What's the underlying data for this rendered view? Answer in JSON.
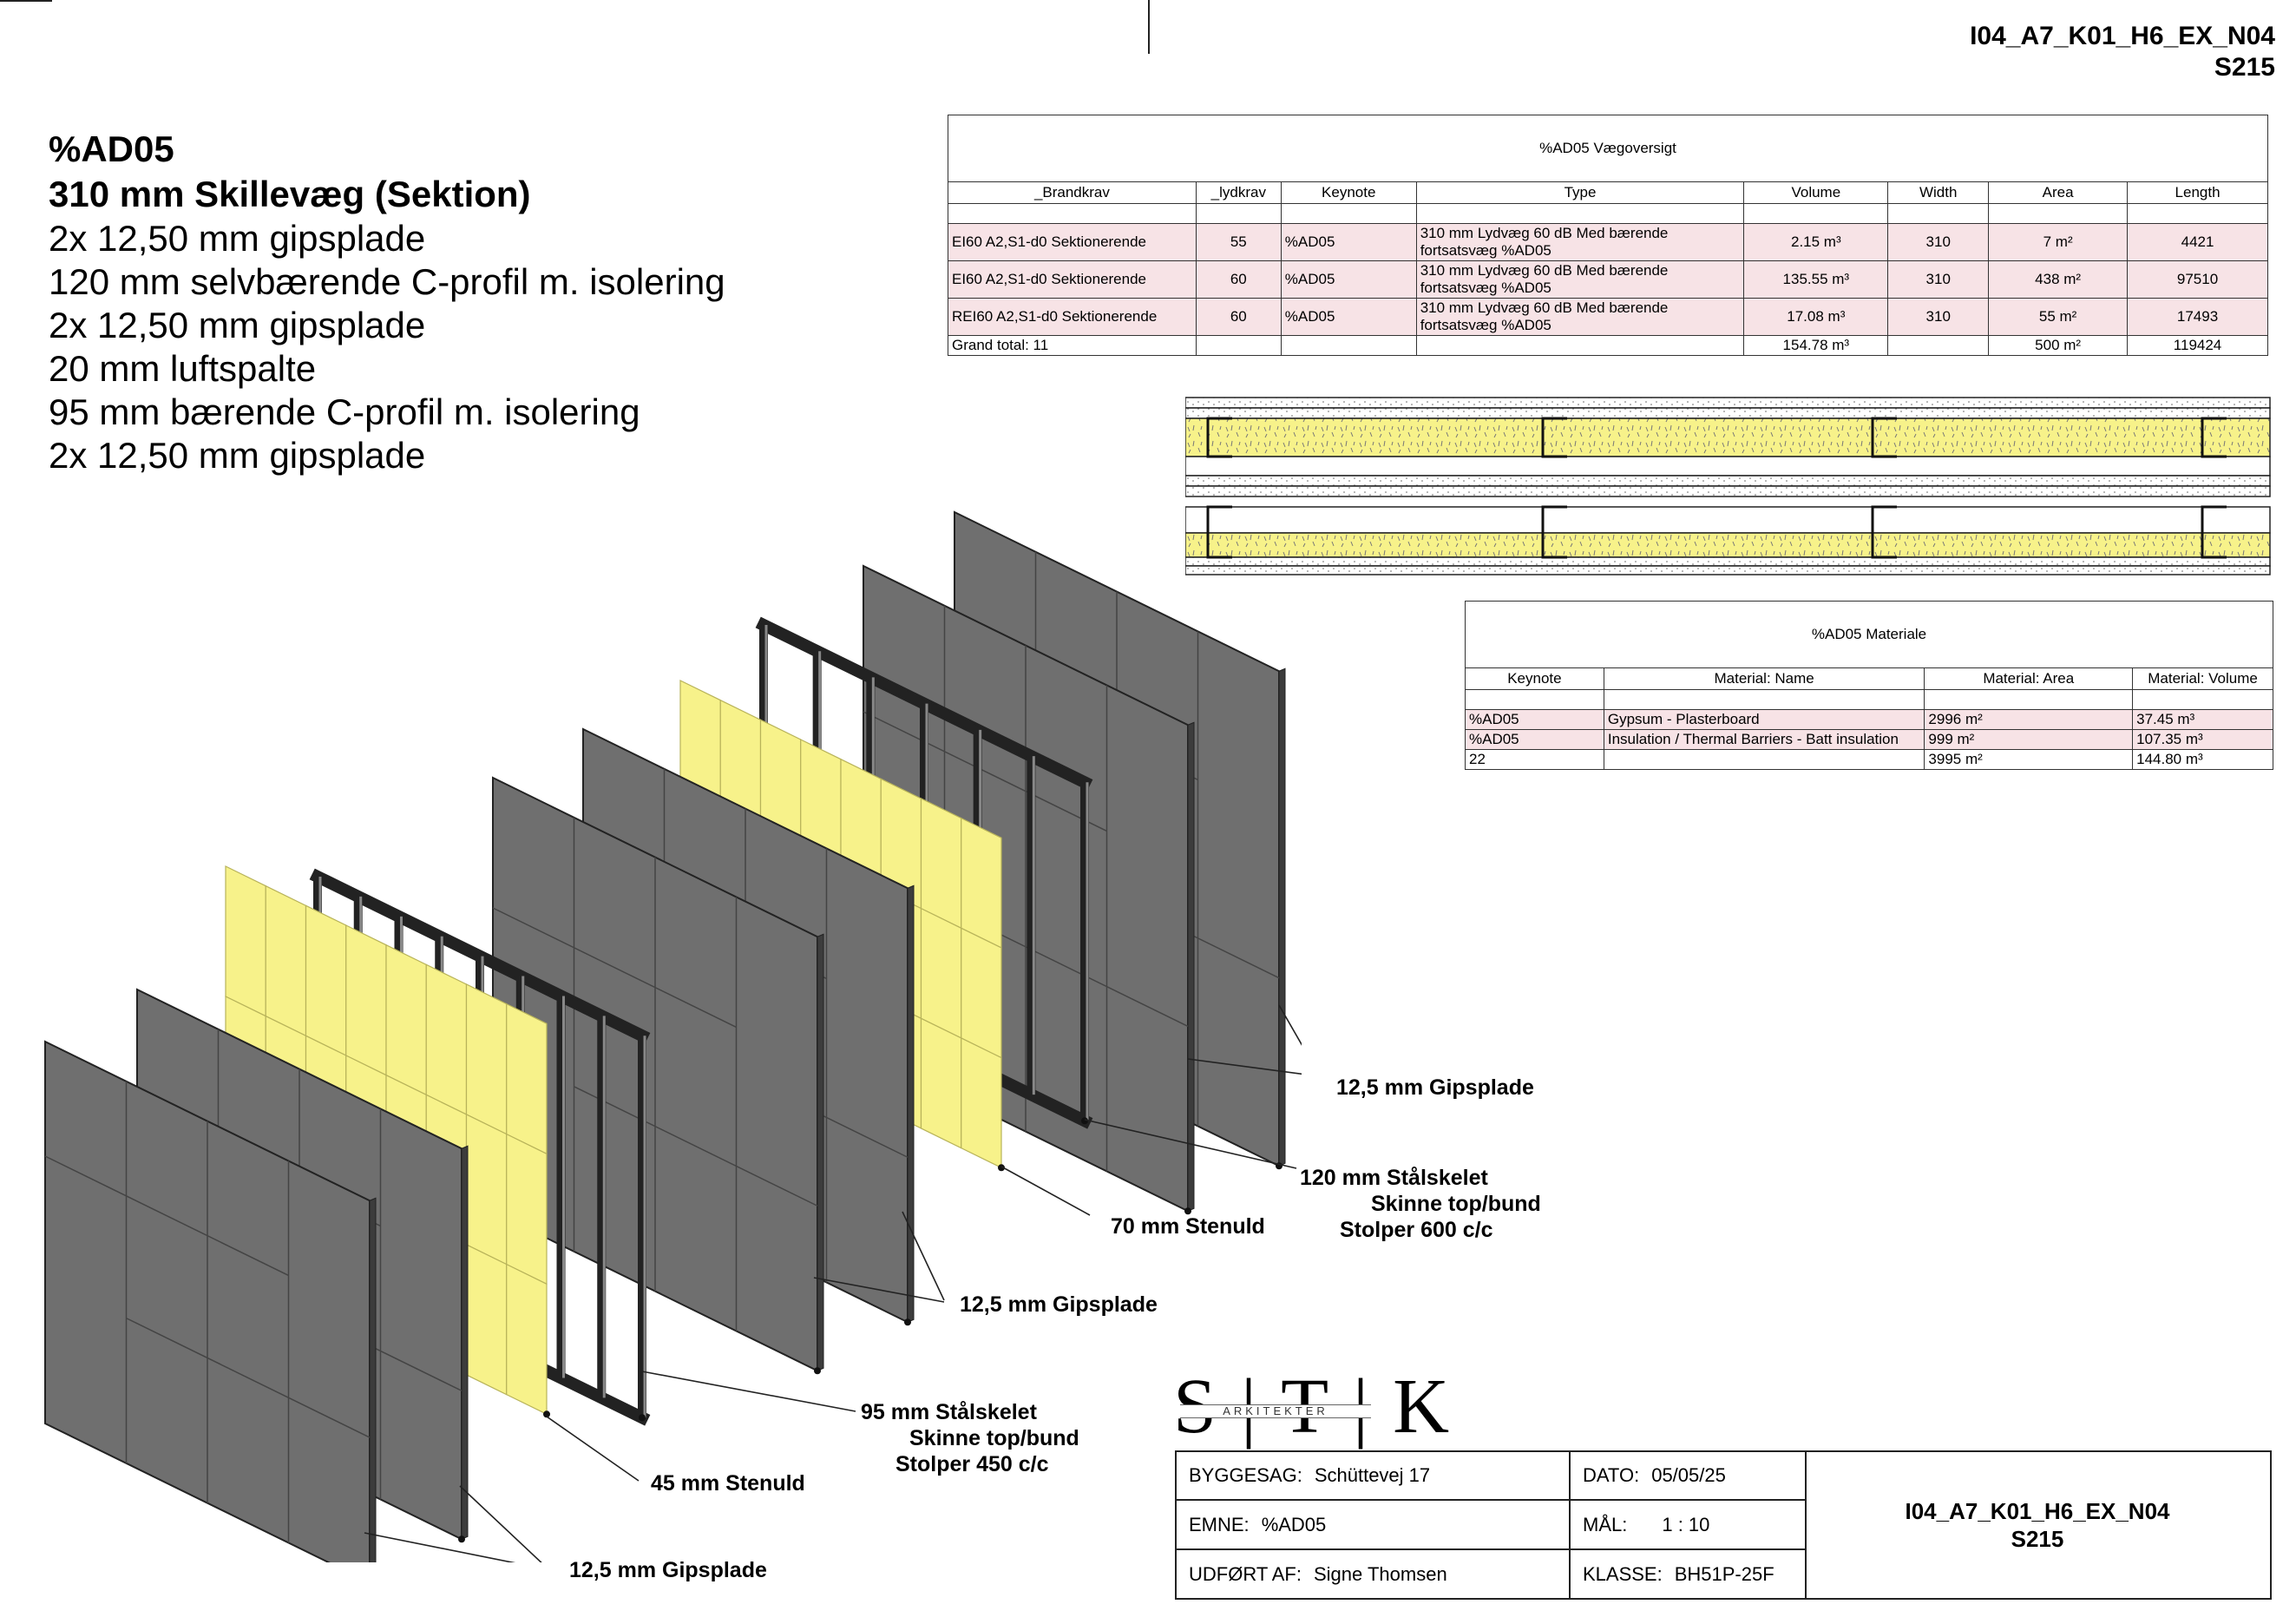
{
  "sheet": {
    "code": "I04_A7_K01_H6_EX_N04",
    "number": "S215"
  },
  "title": {
    "code": "%AD05",
    "name": "310 mm Skillevæg (Sektion)",
    "layers": [
      "2x 12,50 mm gipsplade",
      "120 mm selvbærende C-profil m. isolering",
      "2x 12,50 mm gipsplade",
      "20 mm luftspalte",
      "95 mm bærende C-profil m. isolering",
      "2x 12,50 mm gipsplade"
    ]
  },
  "wall_schedule": {
    "caption": "%AD05 Vægoversigt",
    "headers": [
      "_Brandkrav",
      "_lydkrav",
      "Keynote",
      "Type",
      "Volume",
      "Width",
      "Area",
      "Length"
    ],
    "rows": [
      [
        "EI60 A2,S1-d0 Sektionerende",
        "55",
        "%AD05",
        "310 mm Lydvæg 60 dB Med bærende fortsatsvæg %AD05",
        "2.15 m³",
        "310",
        "7 m²",
        "4421"
      ],
      [
        "EI60 A2,S1-d0 Sektionerende",
        "60",
        "%AD05",
        "310 mm Lydvæg 60 dB Med bærende fortsatsvæg %AD05",
        "135.55 m³",
        "310",
        "438 m²",
        "97510"
      ],
      [
        "REI60 A2,S1-d0 Sektionerende",
        "60",
        "%AD05",
        "310 mm Lydvæg 60 dB Med bærende fortsatsvæg %AD05",
        "17.08 m³",
        "310",
        "55 m²",
        "17493"
      ]
    ],
    "total": {
      "label": "Grand total: 11",
      "volume": "154.78 m³",
      "area": "500 m²",
      "length": "119424"
    }
  },
  "material_schedule": {
    "caption": "%AD05 Materiale",
    "headers": [
      "Keynote",
      "Material: Name",
      "Material: Area",
      "Material: Volume"
    ],
    "rows": [
      [
        "%AD05",
        "Gypsum - Plasterboard",
        "2996 m²",
        "37.45 m³"
      ],
      [
        "%AD05",
        "Insulation / Thermal Barriers - Batt insulation",
        "999 m²",
        "107.35 m³"
      ]
    ],
    "total": [
      "22",
      "",
      "3995 m²",
      "144.80 m³"
    ]
  },
  "labels": {
    "gips_back": "12,5 mm Gipsplade",
    "steel_120": [
      "120 mm Stålskelet",
      "Skinne top/bund",
      "Stolper 600 c/c"
    ],
    "stenuld_70": "70 mm Stenuld",
    "gips_mid": "12,5 mm Gipsplade",
    "steel_95": [
      "95 mm Stålskelet",
      "Skinne top/bund",
      "Stolper 450 c/c"
    ],
    "stenuld_45": "45 mm Stenuld",
    "gips_front": "12,5 mm Gipsplade"
  },
  "logo": {
    "letters": "STK",
    "subtitle": "ARKITEKTER"
  },
  "info": {
    "byggesag_key": "BYGGESAG:",
    "byggesag_val": "Schüttevej 17",
    "dato_key": "DATO:",
    "dato_val": "05/05/25",
    "emne_key": "EMNE:",
    "emne_val": "%AD05",
    "maal_key": "MÅL:",
    "maal_val": "1 : 10",
    "udfoert_key": "UDFØRT AF:",
    "udfoert_val": "Signe Thomsen",
    "klasse_key": "KLASSE:",
    "klasse_val": "BH51P-25F"
  },
  "colors": {
    "gips": "#6f6f6f",
    "insulation": "#f7f28a",
    "steel": "#5a5a5a",
    "row_highlight": "#f7e3e6"
  }
}
